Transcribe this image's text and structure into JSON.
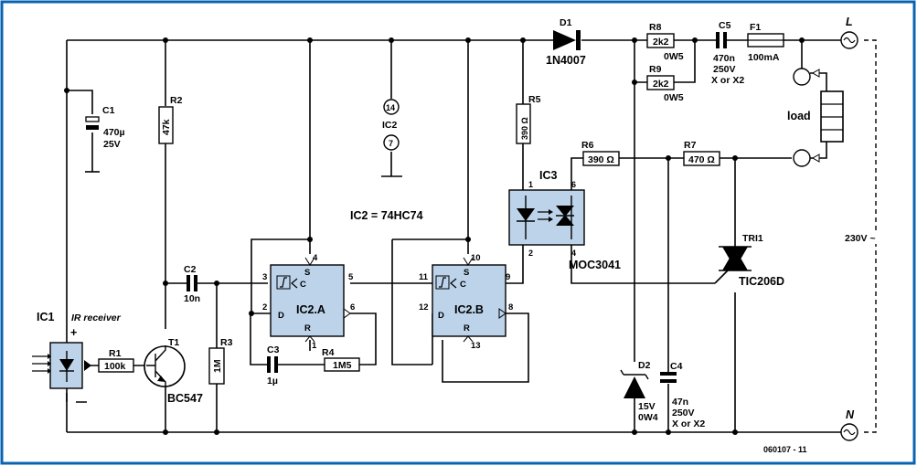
{
  "colors": {
    "frame": "#0a63b0",
    "chip": "#bcd3ea",
    "background": "#ffffff"
  },
  "labels": {
    "ic1": "IC1",
    "ir_receiver": "IR receiver",
    "plus": "+",
    "r1": "R1",
    "r1_val": "100k",
    "t1": "T1",
    "t1_type": "BC547",
    "r2": "R2",
    "r2_val": "47k",
    "c1": "C1",
    "c1_val1": "470µ",
    "c1_val2": "25V",
    "c2": "C2",
    "c2_val": "10n",
    "r3": "R3",
    "r3_val": "1M",
    "c3": "C3",
    "c3_val": "1µ",
    "r4": "R4",
    "r4_val": "1M5",
    "ic2_pin14": "14",
    "ic2": "IC2",
    "ic2_pin7": "7",
    "ic2_type": "IC2 = 74HC74",
    "ic2a": "IC2.A",
    "ic2b": "IC2.B",
    "s": "S",
    "c": "C",
    "d": "D",
    "r": "R",
    "pa4": "4",
    "pa3": "3",
    "pa5": "5",
    "pa2": "2",
    "pa6": "6",
    "pa1": "1",
    "pb10": "10",
    "pb11": "11",
    "pb9": "9",
    "pb12": "12",
    "pb8": "8",
    "pb13": "13",
    "r5": "R5",
    "r5_val": "390 Ω",
    "ic3": "IC3",
    "ic3_type": "MOC3041",
    "p1": "1",
    "p6": "6",
    "p2": "2",
    "p4": "4",
    "d1": "D1",
    "d1_type": "1N4007",
    "r8": "R8",
    "r8_val": "2k2",
    "r8_w": "0W5",
    "r9": "R9",
    "r9_val": "2k2",
    "r9_w": "0W5",
    "c5": "C5",
    "c5_v1": "470n",
    "c5_v2": "250V",
    "c5_v3": "X or X2",
    "f1": "F1",
    "f1_val": "100mA",
    "r6": "R6",
    "r6_val": "390 Ω",
    "r7": "R7",
    "r7_val": "470 Ω",
    "load": "load",
    "l": "L",
    "n": "N",
    "mains": "230V ~",
    "tri1": "TRI1",
    "tri1_type": "TIC206D",
    "d2": "D2",
    "d2_v1": "15V",
    "d2_v2": "0W4",
    "c4": "C4",
    "c4_v1": "47n",
    "c4_v2": "250V",
    "c4_v3": "X or X2",
    "ref": "060107 - 11"
  }
}
